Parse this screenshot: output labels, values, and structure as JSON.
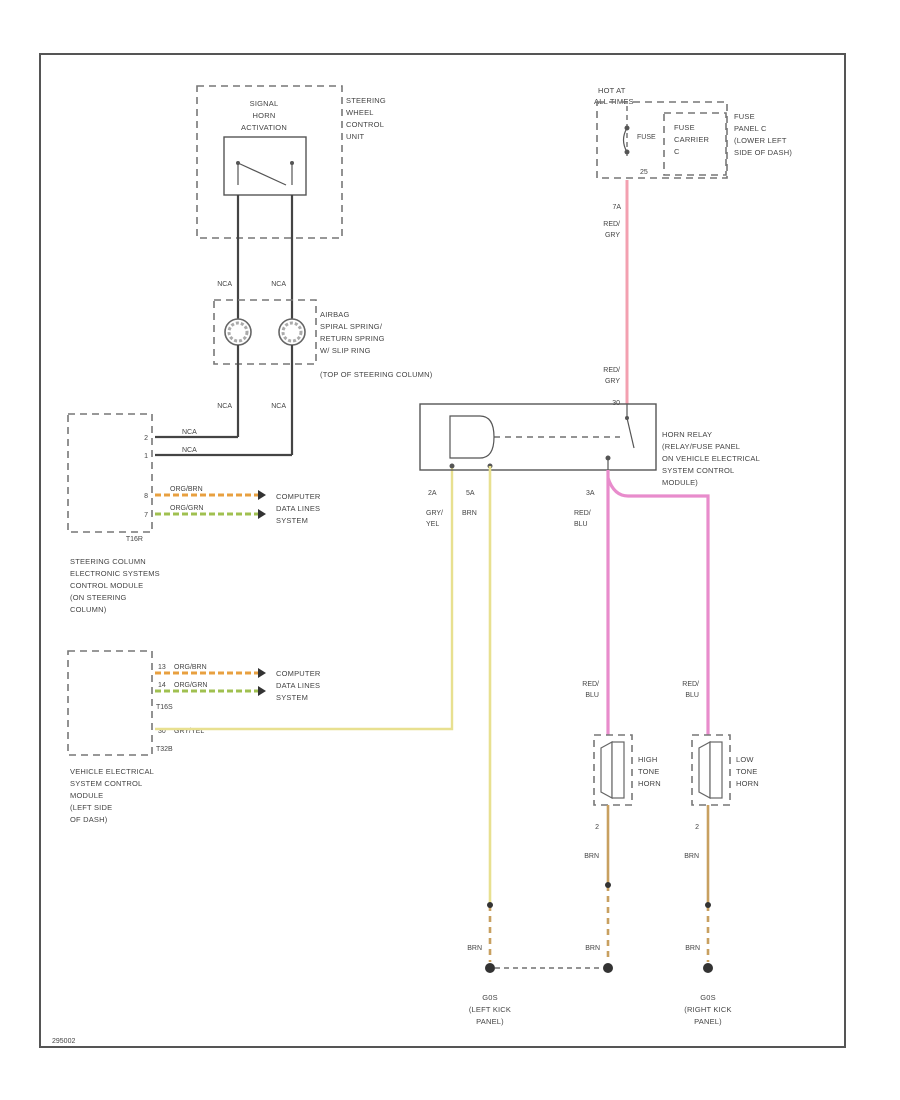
{
  "diagram_id": "295002",
  "colors": {
    "wire_black": "#444444",
    "wire_red": "#f3a0b0",
    "wire_pink": "#e88ccc",
    "wire_yellow": "#e8e090",
    "wire_brown": "#c8a060",
    "wire_orange": "#e8a040",
    "wire_green": "#a0c050"
  },
  "components": {
    "steering_wheel_control_unit": [
      "STEERING",
      "WHEEL",
      "CONTROL",
      "UNIT"
    ],
    "signal_horn_activation": [
      "SIGNAL",
      "HORN",
      "ACTIVATION"
    ],
    "airbag_spiral_spring": [
      "AIRBAG",
      "SPIRAL SPRING/",
      "RETURN SPRING",
      "W/ SLIP RING",
      "(TOP OF STEERING COLUMN)"
    ],
    "hot_at_all_times": [
      "HOT AT",
      "ALL TIMES"
    ],
    "fuse": "FUSE",
    "fuse_number": "25",
    "fuse_carrier": [
      "FUSE",
      "CARRIER",
      "C"
    ],
    "fuse_panel": [
      "FUSE",
      "PANEL C",
      "(LOWER LEFT",
      "SIDE OF DASH)"
    ],
    "horn_relay": [
      "HORN RELAY",
      "(RELAY/FUSE PANEL",
      "ON VEHICLE ELECTRICAL",
      "SYSTEM CONTROL",
      "MODULE)"
    ],
    "steering_column_module": [
      "STEERING COLUMN",
      "ELECTRONIC SYSTEMS",
      "CONTROL MODULE",
      "(ON STEERING",
      "COLUMN)"
    ],
    "vehicle_electrical_module": [
      "VEHICLE ELECTRICAL",
      "SYSTEM CONTROL",
      "MODULE",
      "(LEFT SIDE",
      "OF DASH)"
    ],
    "high_tone_horn": [
      "HIGH",
      "TONE",
      "HORN"
    ],
    "low_tone_horn": [
      "LOW",
      "TONE",
      "HORN"
    ],
    "computer_data_lines_1": [
      "COMPUTER",
      "DATA LINES",
      "SYSTEM"
    ],
    "computer_data_lines_2": [
      "COMPUTER",
      "DATA LINES",
      "SYSTEM"
    ],
    "ground_left": [
      "G0S",
      "(LEFT KICK",
      "PANEL)"
    ],
    "ground_right": [
      "G0S",
      "(RIGHT KICK",
      "PANEL)"
    ]
  },
  "connectors": {
    "t16r": "T16R",
    "t16s": "T16S",
    "t32b": "T32B"
  },
  "pins": {
    "fuse_out": "7A",
    "relay_in": "30",
    "relay_85": "2A",
    "relay_86": "5A",
    "relay_87": "3A",
    "scm_pin_a": "2",
    "scm_pin_b": "1",
    "scm_pin_c": "8",
    "scm_pin_d": "7",
    "vem_pin_a": "13",
    "vem_pin_b": "14",
    "vem_pin_c": "30",
    "horn_high_pin": "2",
    "horn_low_pin": "2"
  },
  "wire_labels": {
    "nca_left_top": "NCA",
    "nca_right_top": "NCA",
    "nca_left_mid": "NCA",
    "nca_right_mid": "NCA",
    "scm_wire_a": "NCA",
    "scm_wire_b": "NCA",
    "scm_data_a": "ORG/BRN",
    "scm_data_b": "ORG/GRN",
    "vem_data_a": "ORG/BRN",
    "vem_data_b": "ORG/GRN",
    "vem_wire_c": "GRY/YEL",
    "fuse_wire_top": [
      "RED/",
      "GRY"
    ],
    "fuse_wire_bottom": [
      "RED/",
      "GRY"
    ],
    "relay_85_wire": [
      "GRY/",
      "YEL"
    ],
    "relay_86_wire": "BRN",
    "relay_87_wire": [
      "RED/",
      "BLU"
    ],
    "horn_high_top": [
      "RED/",
      "BLU"
    ],
    "horn_low_top": [
      "RED/",
      "BLU"
    ],
    "horn_high_bottom": "BRN",
    "horn_low_bottom": "BRN",
    "ground_left_wire": "BRN",
    "ground_mid_wire": "BRN",
    "ground_right_wire": "BRN"
  }
}
